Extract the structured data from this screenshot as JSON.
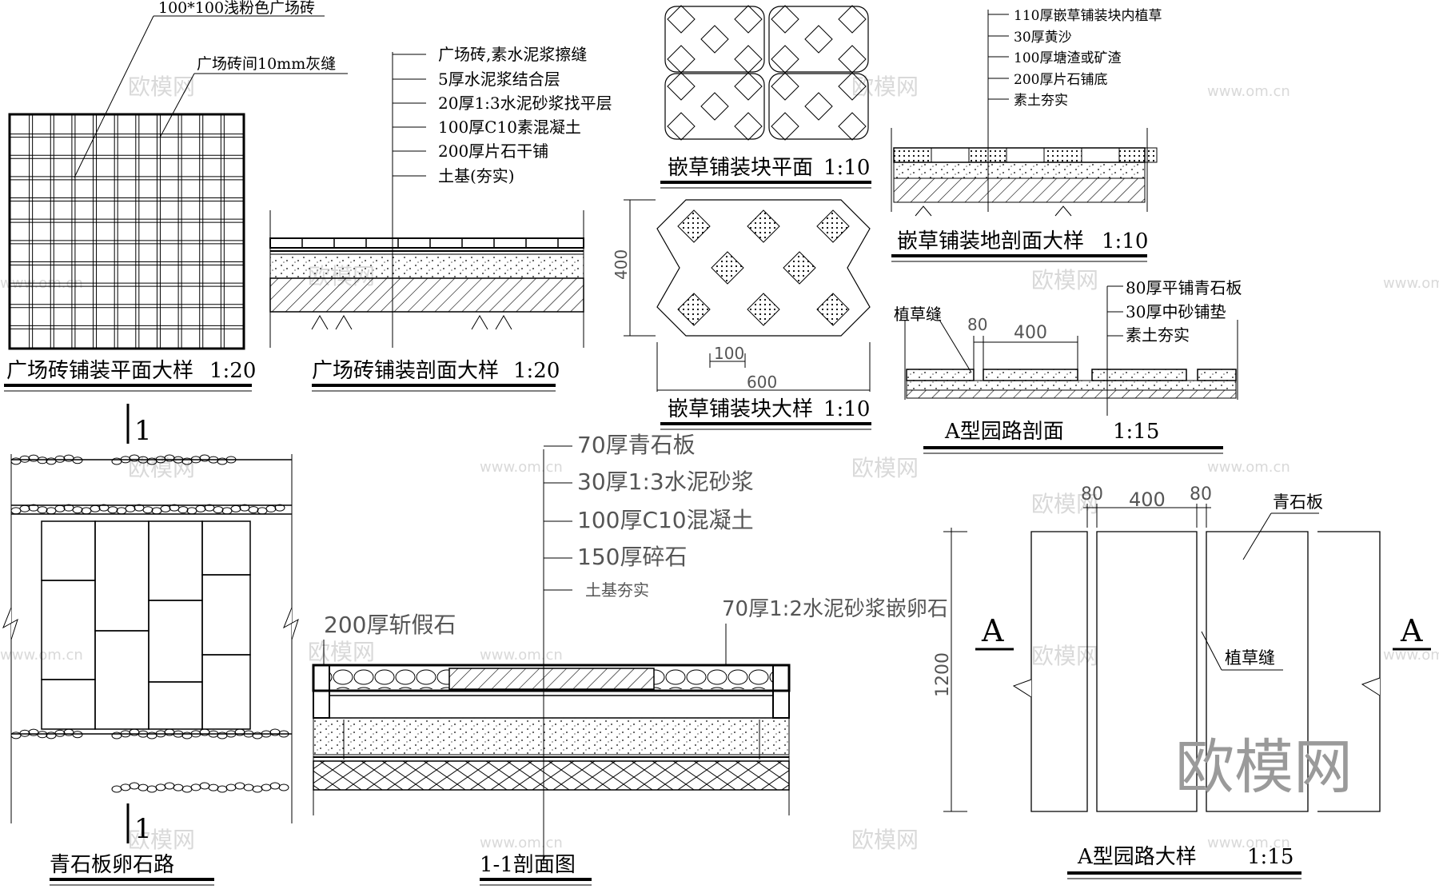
{
  "plaza_plan": {
    "note1": "100*100浅粉色广场砖",
    "note2": "广场砖间10mm灰缝",
    "title": "广场砖铺装平面大样",
    "scale": "1:20"
  },
  "plaza_section": {
    "layers": [
      "广场砖,素水泥浆擦缝",
      "5厚水泥浆结合层",
      "20厚1:3水泥砂浆找平层",
      "100厚C10素混凝土",
      "200厚片石干铺",
      "土基(夯实)"
    ],
    "title": "广场砖铺装剖面大样",
    "scale": "1:20"
  },
  "grass_block_plan": {
    "title": "嵌草铺装块平面",
    "scale": "1:10"
  },
  "grass_block_detail": {
    "dim_400": "400",
    "dim_100": "100",
    "dim_600": "600",
    "title": "嵌草铺装块大样",
    "scale": "1:10"
  },
  "grass_section": {
    "layers": [
      "110厚嵌草铺装块内植草",
      "30厚黄沙",
      "100厚塘渣或矿渣",
      "200厚片石铺底",
      "素土夯实"
    ],
    "title": "嵌草铺装地剖面大样",
    "scale": "1:10"
  },
  "a_path_section": {
    "layers": [
      "80厚平铺青石板",
      "30厚中砂铺垫",
      "素土夯实"
    ],
    "gap_label": "植草缝",
    "dim_80": "80",
    "dim_400": "400",
    "title": "A型园路剖面",
    "scale": "1:15"
  },
  "cobble_plan": {
    "marker": "1",
    "title": "青石板卵石路"
  },
  "section_11": {
    "layers": [
      "70厚青石板",
      "30厚1:3水泥砂浆",
      "100厚C10混凝土",
      "150厚碎石",
      "土基夯实"
    ],
    "left_note": "200厚斩假石",
    "right_note": "70厚1:2水泥砂浆嵌卵石",
    "title": "1-1剖面图"
  },
  "a_path_plan": {
    "dim_80a": "80",
    "dim_400": "400",
    "dim_80b": "80",
    "dim_1200": "1200",
    "stone_label": "青石板",
    "gap_label": "植草缝",
    "cut_label": "A",
    "title": "A型园路大样",
    "scale": "1:15"
  },
  "watermark": {
    "brand": "欧模网",
    "small": "欧模网",
    "url": "www.om.cn"
  }
}
